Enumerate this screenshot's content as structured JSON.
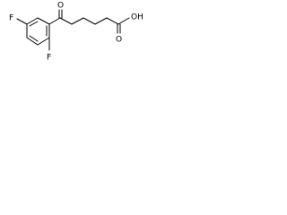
{
  "molecule": {
    "atoms": {
      "fluorine_top": "F",
      "fluorine_bottom": "F",
      "carbonyl_oxygen": "O",
      "acid_group": "OH",
      "acid_carbonyl_oxygen": "O"
    }
  }
}
